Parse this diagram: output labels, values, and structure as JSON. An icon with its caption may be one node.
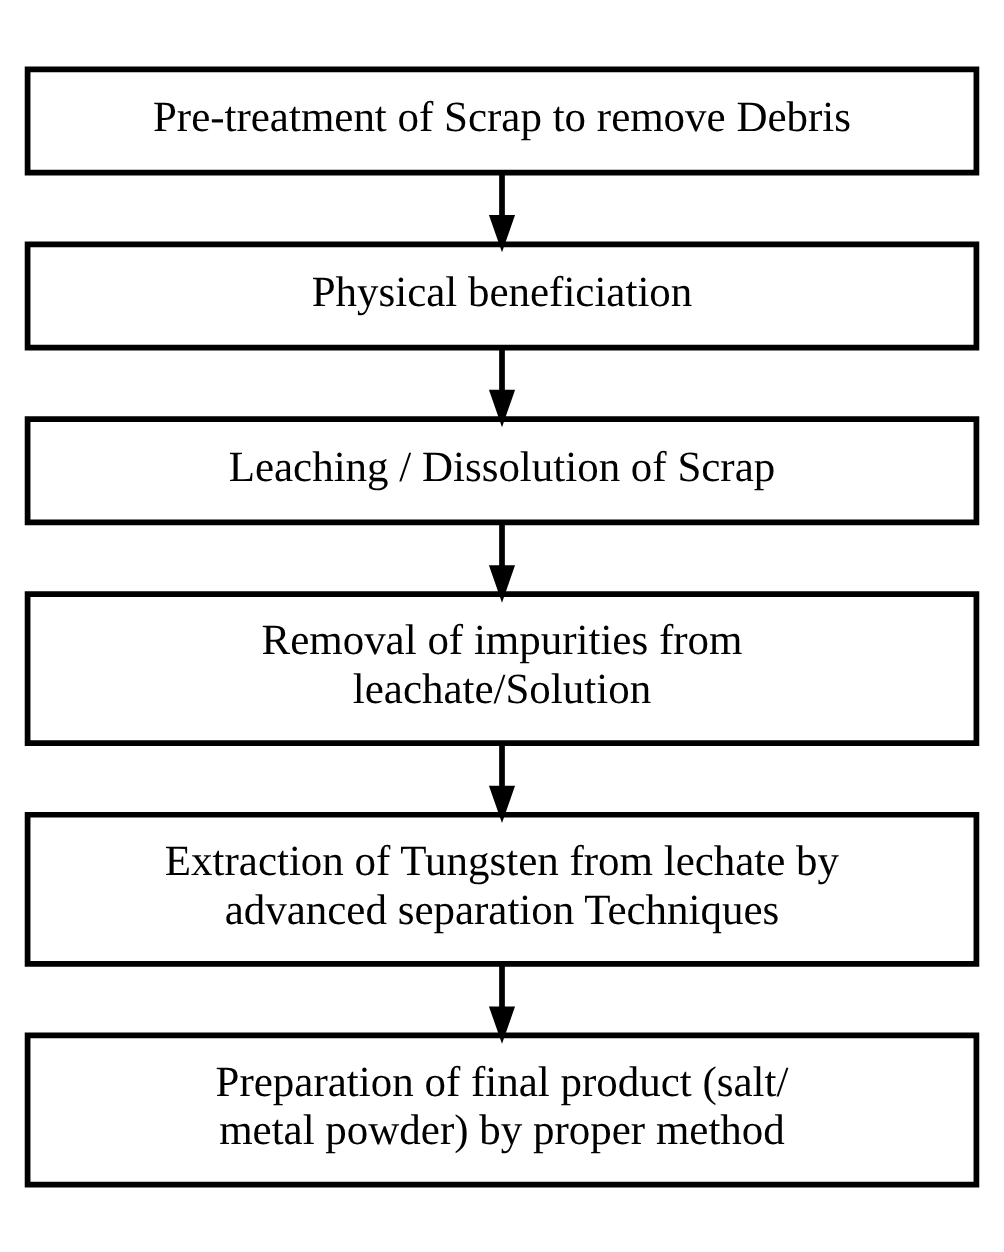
{
  "diagram": {
    "nodes": [
      {
        "text": [
          "Pre-treatment of Scrap to remove Debris"
        ]
      },
      {
        "text": [
          "Physical beneficiation"
        ]
      },
      {
        "text": [
          "Leaching / Dissolution of Scrap"
        ]
      },
      {
        "text": [
          "Removal of impurities from leachate/Solution"
        ]
      },
      {
        "text": [
          "Extraction of Tungsten from lechate by advanced separation Techniques"
        ]
      },
      {
        "text": [
          "Preparation of final product (salt/ metal powder) by proper method"
        ]
      }
    ],
    "edges": [
      {
        "from": 0,
        "to": 1,
        "arrow": "to"
      },
      {
        "from": 1,
        "to": 2,
        "arrow": "to"
      },
      {
        "from": 2,
        "to": 3,
        "arrow": "to"
      },
      {
        "from": 3,
        "to": 4,
        "arrow": "to"
      },
      {
        "from": 4,
        "to": 5,
        "arrow": "to"
      }
    ]
  }
}
